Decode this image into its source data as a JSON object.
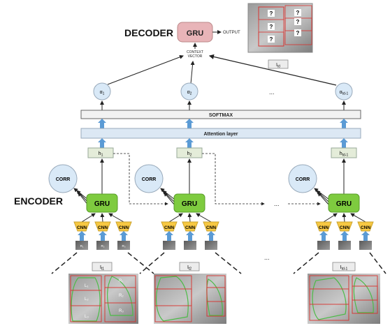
{
  "decoder": {
    "title": "DECODER",
    "gru": "GRU",
    "output": "OUTPUT",
    "context_line1": "CONTEXT",
    "context_line2": "VECTOR",
    "image_label": "I",
    "image_label_sub": "td"
  },
  "encoder": {
    "title": "ENCODER"
  },
  "softmax": "SOFTMAX",
  "attention_layer": "Attention layer",
  "alphas": [
    {
      "base": "α",
      "sub": "1"
    },
    {
      "base": "α",
      "sub": "2"
    },
    {
      "base": "α",
      "sub": "td-1"
    }
  ],
  "hidden": [
    {
      "base": "h",
      "sub": "1"
    },
    {
      "base": "h",
      "sub": "2"
    },
    {
      "base": "h",
      "sub": "td-1"
    }
  ],
  "columns": [
    {
      "image_label": "I",
      "image_label_sub": "t1"
    },
    {
      "image_label": "I",
      "image_label_sub": "t2"
    },
    {
      "image_label": "I",
      "image_label_sub": "td-1"
    }
  ],
  "corr": "CORR",
  "gru": "GRU",
  "cnn": "CNN",
  "patch_labels": [
    "R₁",
    "R₂",
    "R₃"
  ],
  "regions_left": [
    "L₁",
    "L₂",
    "L₃"
  ],
  "regions_right": [
    "R₁",
    "R₂",
    "R₃"
  ],
  "question_mark": "?",
  "ellipsis": "...",
  "colors": {
    "gru": "#7ecb3f",
    "cnn": "#f7c843",
    "alpha": "#d9e9f7",
    "attention": "#dce8f4",
    "hidden": "#e4ecd9",
    "decoder_gru": "#e8b4b8",
    "arrow_blue": "#5b9bd5",
    "region": "#d9302c",
    "contour": "#4cbb47"
  }
}
